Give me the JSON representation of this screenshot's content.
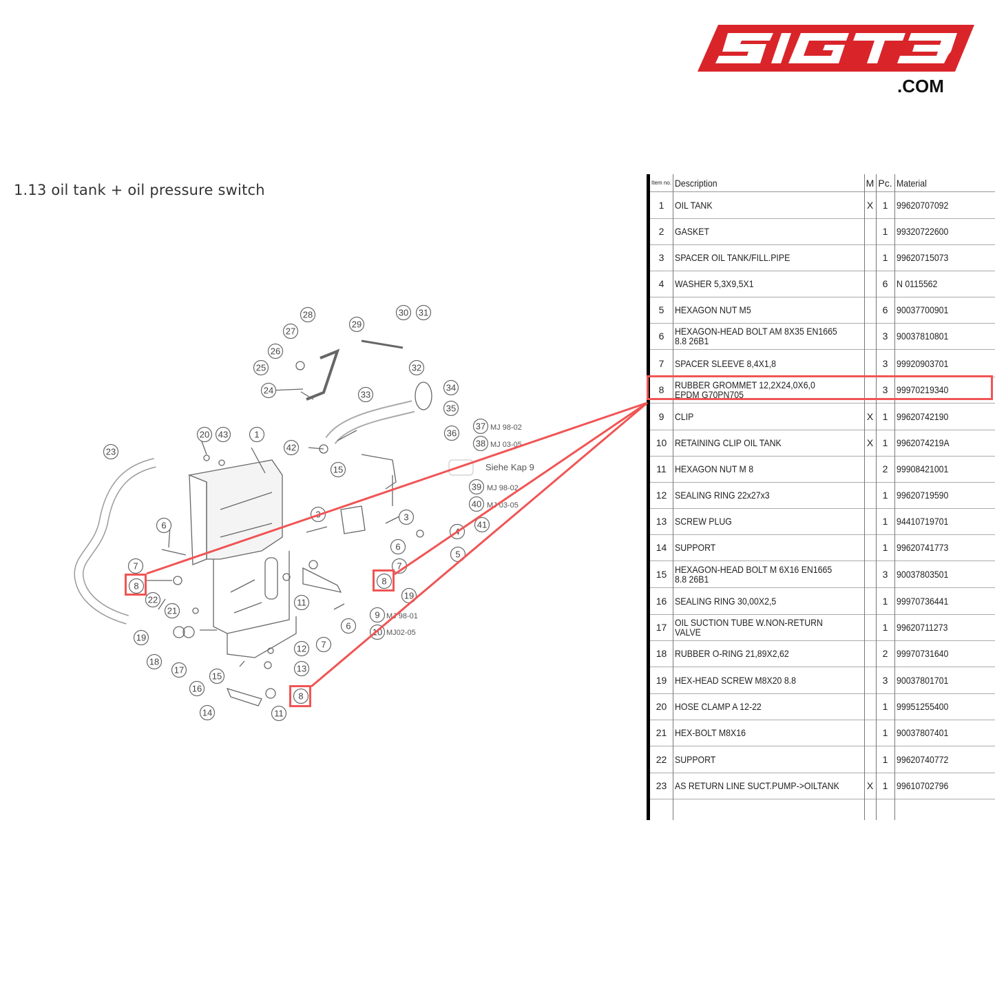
{
  "brand": {
    "text": "SIGT3",
    "suffix": ".COM",
    "color": "#d9252a"
  },
  "section_title": "1.13  oil tank + oil pressure switch",
  "highlight_color": "#f05454",
  "table": {
    "headers": {
      "item": "Item no.",
      "description": "Description",
      "m": "M",
      "pc": "Pc.",
      "material": "Material"
    },
    "rows": [
      {
        "item": "1",
        "description": "OIL TANK",
        "m": "X",
        "pc": "1",
        "material": "99620707092"
      },
      {
        "item": "2",
        "description": "GASKET",
        "m": "",
        "pc": "1",
        "material": "99320722600"
      },
      {
        "item": "3",
        "description": "SPACER OIL TANK/FILL.PIPE",
        "m": "",
        "pc": "1",
        "material": "99620715073"
      },
      {
        "item": "4",
        "description": "WASHER 5,3X9,5X1",
        "m": "",
        "pc": "6",
        "material": "N 0115562"
      },
      {
        "item": "5",
        "description": "HEXAGON NUT M5",
        "m": "",
        "pc": "6",
        "material": "90037700901"
      },
      {
        "item": "6",
        "description": "HEXAGON-HEAD BOLT AM 8X35 EN1665 8.8 26B1",
        "m": "",
        "pc": "3",
        "material": "90037810801"
      },
      {
        "item": "7",
        "description": "SPACER SLEEVE 8,4X1,8",
        "m": "",
        "pc": "3",
        "material": "99920903701"
      },
      {
        "item": "8",
        "description": "RUBBER GROMMET 12,2X24,0X6,0 EPDM G70PN705",
        "m": "",
        "pc": "3",
        "material": "99970219340"
      },
      {
        "item": "9",
        "description": "CLIP",
        "m": "X",
        "pc": "1",
        "material": "99620742190"
      },
      {
        "item": "10",
        "description": "RETAINING CLIP OIL TANK",
        "m": "X",
        "pc": "1",
        "material": "9962074219A"
      },
      {
        "item": "11",
        "description": "HEXAGON NUT M 8",
        "m": "",
        "pc": "2",
        "material": "99908421001"
      },
      {
        "item": "12",
        "description": "SEALING RING 22x27x3",
        "m": "",
        "pc": "1",
        "material": "99620719590"
      },
      {
        "item": "13",
        "description": "SCREW PLUG",
        "m": "",
        "pc": "1",
        "material": "94410719701"
      },
      {
        "item": "14",
        "description": "SUPPORT",
        "m": "",
        "pc": "1",
        "material": "99620741773"
      },
      {
        "item": "15",
        "description": "HEXAGON-HEAD BOLT M 6X16 EN1665 8.8 26B1",
        "m": "",
        "pc": "3",
        "material": "90037803501"
      },
      {
        "item": "16",
        "description": "SEALING RING 30,00X2,5",
        "m": "",
        "pc": "1",
        "material": "99970736441"
      },
      {
        "item": "17",
        "description": "OIL SUCTION TUBE W.NON-RETURN VALVE",
        "m": "",
        "pc": "1",
        "material": "99620711273"
      },
      {
        "item": "18",
        "description": "RUBBER O-RING 21,89X2,62",
        "m": "",
        "pc": "2",
        "material": "99970731640"
      },
      {
        "item": "19",
        "description": "HEX-HEAD SCREW M8X20 8.8",
        "m": "",
        "pc": "3",
        "material": "90037801701"
      },
      {
        "item": "20",
        "description": "HOSE CLAMP A 12-22",
        "m": "",
        "pc": "1",
        "material": "99951255400"
      },
      {
        "item": "21",
        "description": "HEX-BOLT M8X16",
        "m": "",
        "pc": "1",
        "material": "90037807401"
      },
      {
        "item": "22",
        "description": "SUPPORT",
        "m": "",
        "pc": "1",
        "material": "99620740772"
      },
      {
        "item": "23",
        "description": "AS RETURN LINE SUCT.PUMP->OILTANK",
        "m": "X",
        "pc": "1",
        "material": "99610702796"
      }
    ]
  },
  "diagram": {
    "callouts": [
      "1",
      "3",
      "3",
      "4",
      "5",
      "6",
      "6",
      "6",
      "7",
      "7",
      "7",
      "8",
      "8",
      "8",
      "11",
      "11",
      "12",
      "13",
      "14",
      "15",
      "15",
      "16",
      "17",
      "18",
      "19",
      "19",
      "20",
      "21",
      "22",
      "23",
      "24",
      "25",
      "26",
      "27",
      "28",
      "29",
      "30",
      "31",
      "32",
      "33",
      "34",
      "35",
      "36",
      "37",
      "38",
      "39",
      "40",
      "41",
      "42",
      "43",
      "9",
      "10"
    ],
    "notes": {
      "n37": "MJ 98-02",
      "n38": "MJ 03-05",
      "siehe": "Siehe Kap 9",
      "n39": "MJ 98-02",
      "n40": "MJ 03-05",
      "n9": "MJ 98-01",
      "n10": "MJ02-05"
    }
  }
}
